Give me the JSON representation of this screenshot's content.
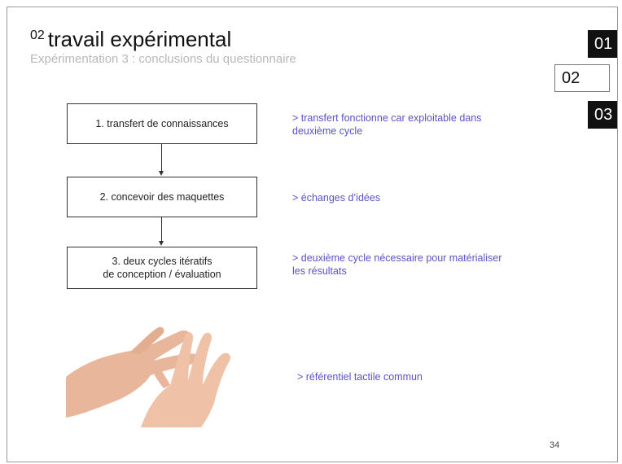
{
  "slide": {
    "title_number": "02",
    "title": "travail expérimental",
    "subtitle": "Expérimentation 3 : conclusions du questionnaire",
    "page_number": "34"
  },
  "tabs": [
    {
      "label": "01",
      "active": false
    },
    {
      "label": "02",
      "active": true
    },
    {
      "label": "03",
      "active": false
    }
  ],
  "flow": [
    {
      "line1": "1. transfert de connaissances",
      "line2": ""
    },
    {
      "line1": "2. concevoir des maquettes",
      "line2": ""
    },
    {
      "line1": "3. deux cycles itératifs",
      "line2": "de conception / évaluation"
    }
  ],
  "notes": [
    {
      "line1": "> transfert fonctionne car exploitable dans",
      "line2": "deuxième cycle"
    },
    {
      "line1": "> échanges d’idées",
      "line2": ""
    },
    {
      "line1": "> deuxième cycle nécessaire pour matérialiser",
      "line2": "les résultats"
    },
    {
      "line1": "> référentiel tactile commun",
      "line2": ""
    }
  ],
  "colors": {
    "note_text": "#5b52c4",
    "tab_dark": "#111111",
    "skin": "#e8b69a"
  },
  "photo": {
    "icon": "hands-touch-icon"
  }
}
